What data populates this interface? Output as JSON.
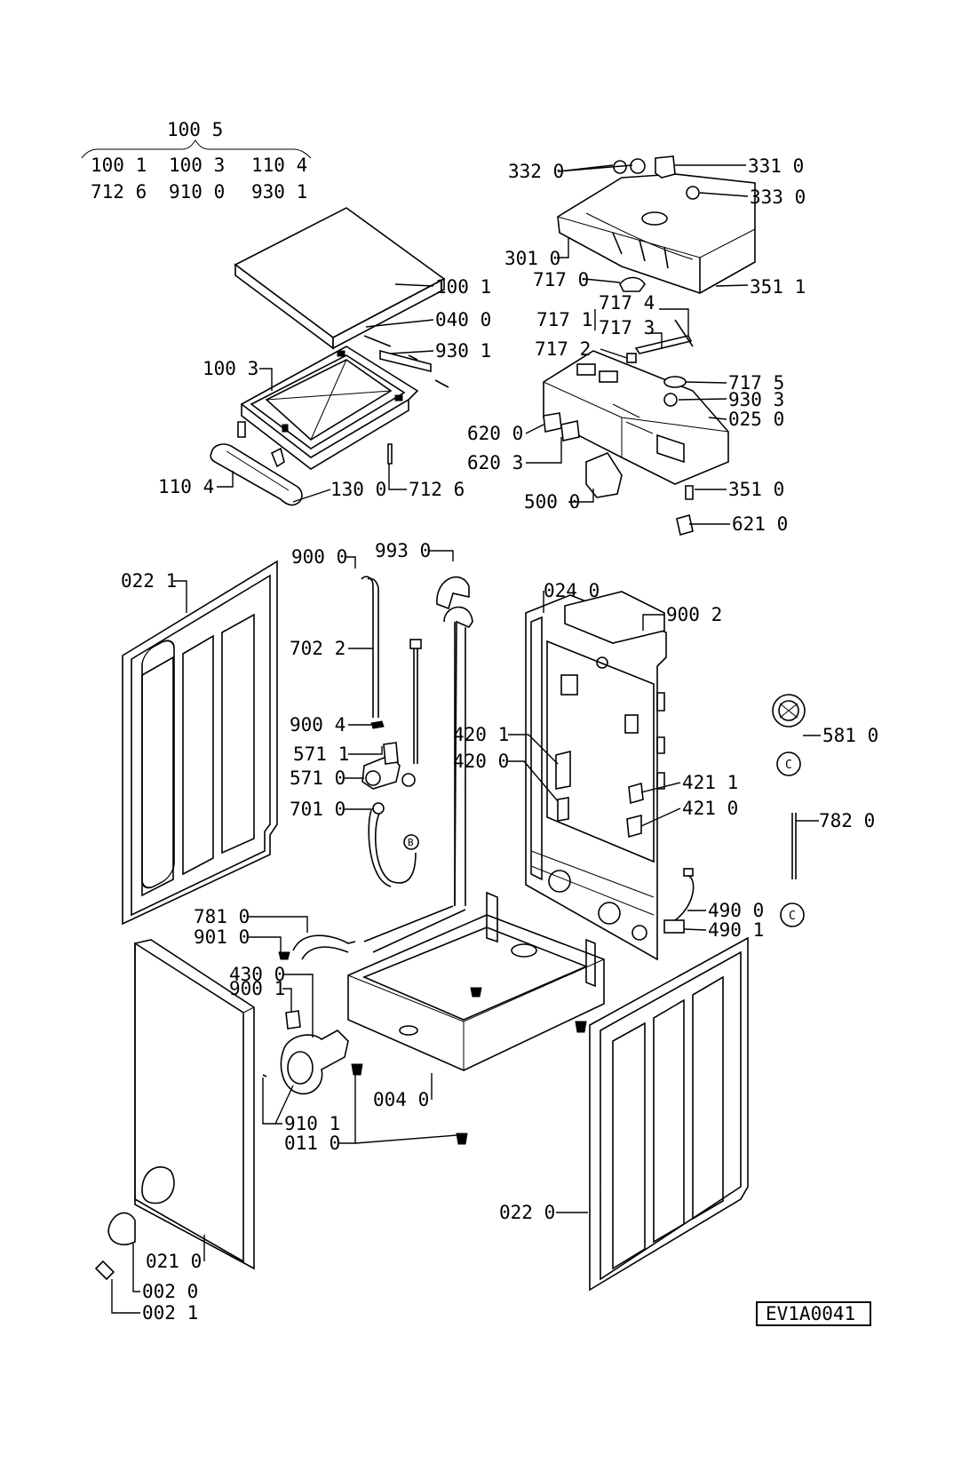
{
  "kit": {
    "title": "100 5",
    "members": [
      "100 1",
      "100 3",
      "110 4",
      "712 6",
      "910 0",
      "930 1"
    ]
  },
  "callouts": {
    "c_332_0": "332 0",
    "c_331_0": "331 0",
    "c_333_0": "333 0",
    "c_301_0": "301 0",
    "c_717_0": "717 0",
    "c_351_1": "351 1",
    "c_717_1": "717 1",
    "c_717_4": "717 4",
    "c_717_3": "717 3",
    "c_717_2": "717 2",
    "c_717_5": "717 5",
    "c_930_3": "930 3",
    "c_025_0": "025 0",
    "c_620_0": "620 0",
    "c_620_3": "620 3",
    "c_500_0": "500 0",
    "c_351_0": "351 0",
    "c_621_0": "621 0",
    "c_100_1": "100 1",
    "c_040_0": "040 0",
    "c_930_1": "930 1",
    "c_100_3": "100 3",
    "c_110_4": "110 4",
    "c_130_0": "130 0",
    "c_712_6": "712 6",
    "c_900_0": "900 0",
    "c_993_0": "993 0",
    "c_022_1": "022 1",
    "c_702_2": "702 2",
    "c_900_4": "900 4",
    "c_571_1": "571 1",
    "c_571_0": "571 0",
    "c_701_0": "701 0",
    "c_420_1": "420 1",
    "c_420_0": "420 0",
    "c_024_0": "024 0",
    "c_900_2": "900 2",
    "c_421_1": "421 1",
    "c_421_0": "421 0",
    "c_581_0": "581 0",
    "c_782_0": "782 0",
    "c_490_0": "490 0",
    "c_490_1": "490 1",
    "c_781_0": "781 0",
    "c_901_0": "901 0",
    "c_430_0": "430 0",
    "c_900_1": "900 1",
    "c_004_0": "004 0",
    "c_910_1": "910 1",
    "c_011_0": "011 0",
    "c_022_0": "022 0",
    "c_021_0": "021 0",
    "c_002_0": "002 0",
    "c_002_1": "002 1"
  },
  "connectors": {
    "b": "B",
    "c": "C"
  },
  "drawing_code": "EV1A0041"
}
